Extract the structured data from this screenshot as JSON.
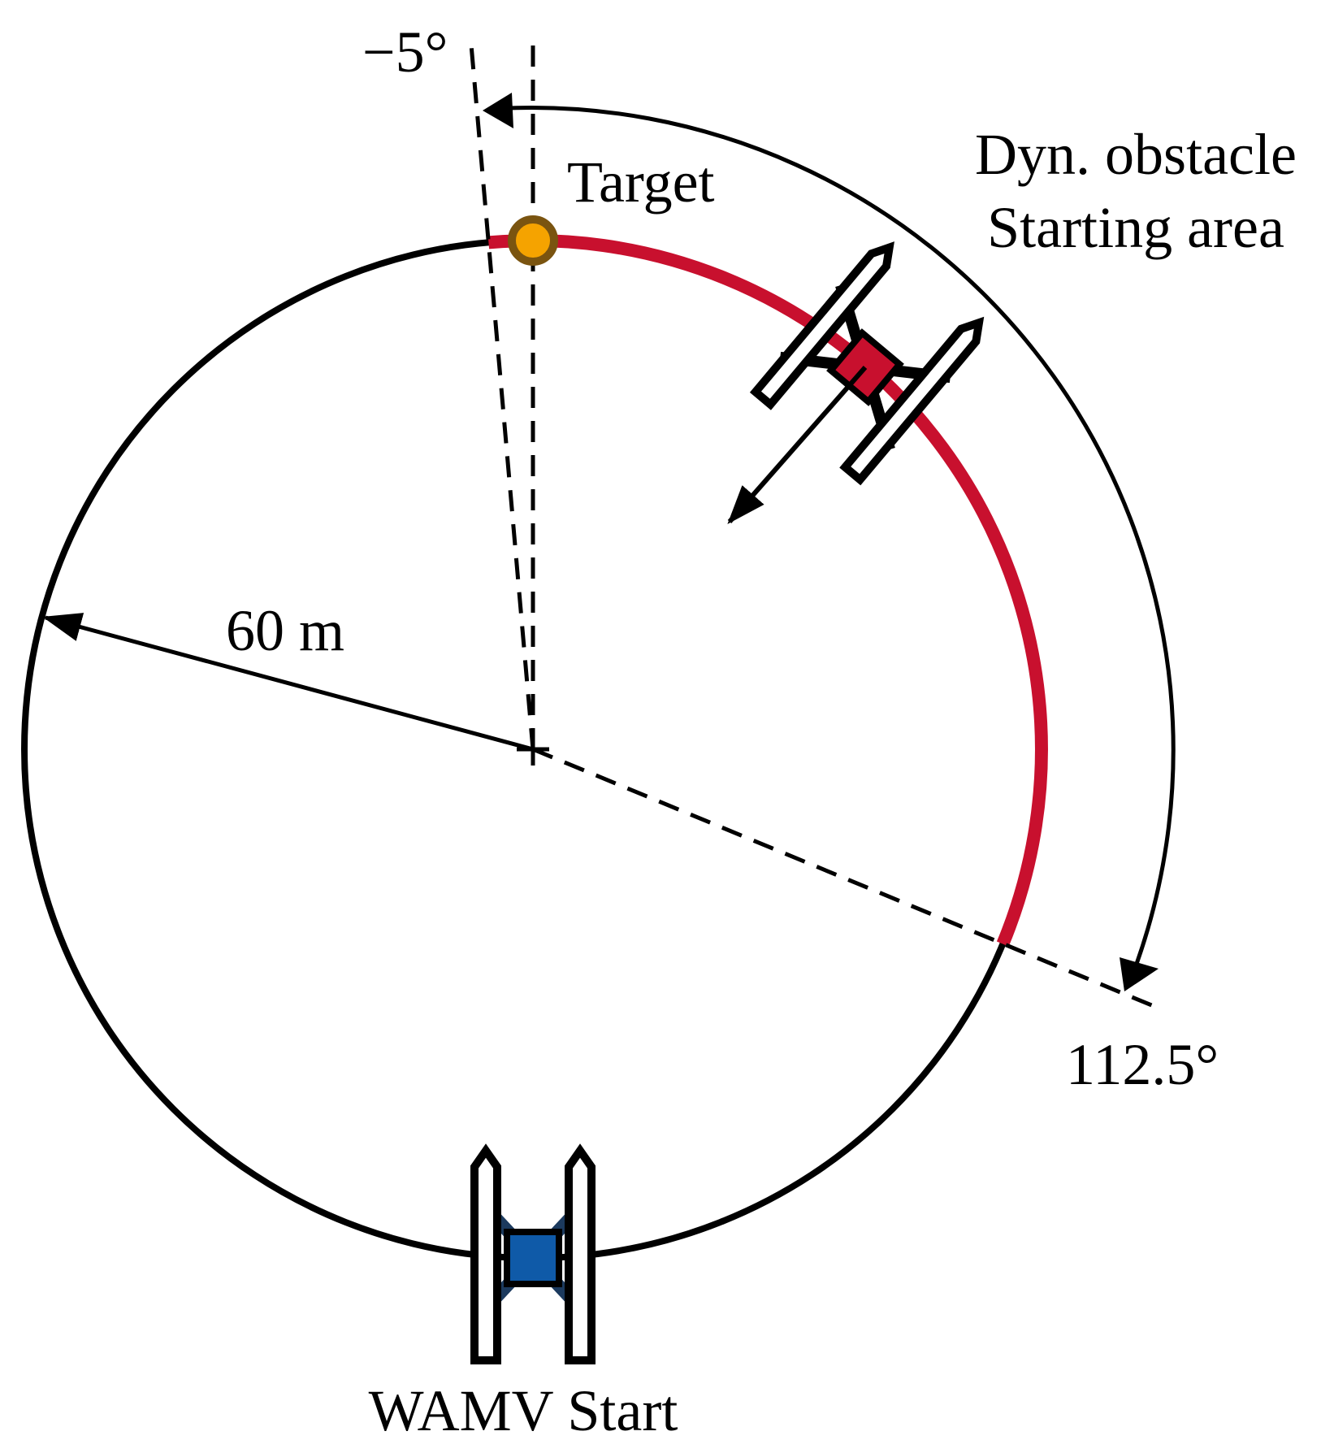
{
  "labels": {
    "angle_start": "−5°",
    "target": "Target",
    "obstacle_line1": "Dyn. obstacle",
    "obstacle_line2": "Starting area",
    "radius": "60 m",
    "angle_end": "112.5°",
    "wamv_start": "WAMV Start"
  },
  "colors": {
    "outline": "#000000",
    "starting_area_arc": "#c8102e",
    "target_fill": "#f5a300",
    "target_stroke": "#7a5410",
    "obstacle_vessel_body": "#c8102e",
    "wamv_body": "#0f5aa8",
    "wamv_thrusters": "#1c3a5e"
  },
  "icons": {
    "target": "target-marker-icon",
    "obstacle": "obstacle-vessel-icon",
    "wamv": "wamv-vessel-icon"
  }
}
